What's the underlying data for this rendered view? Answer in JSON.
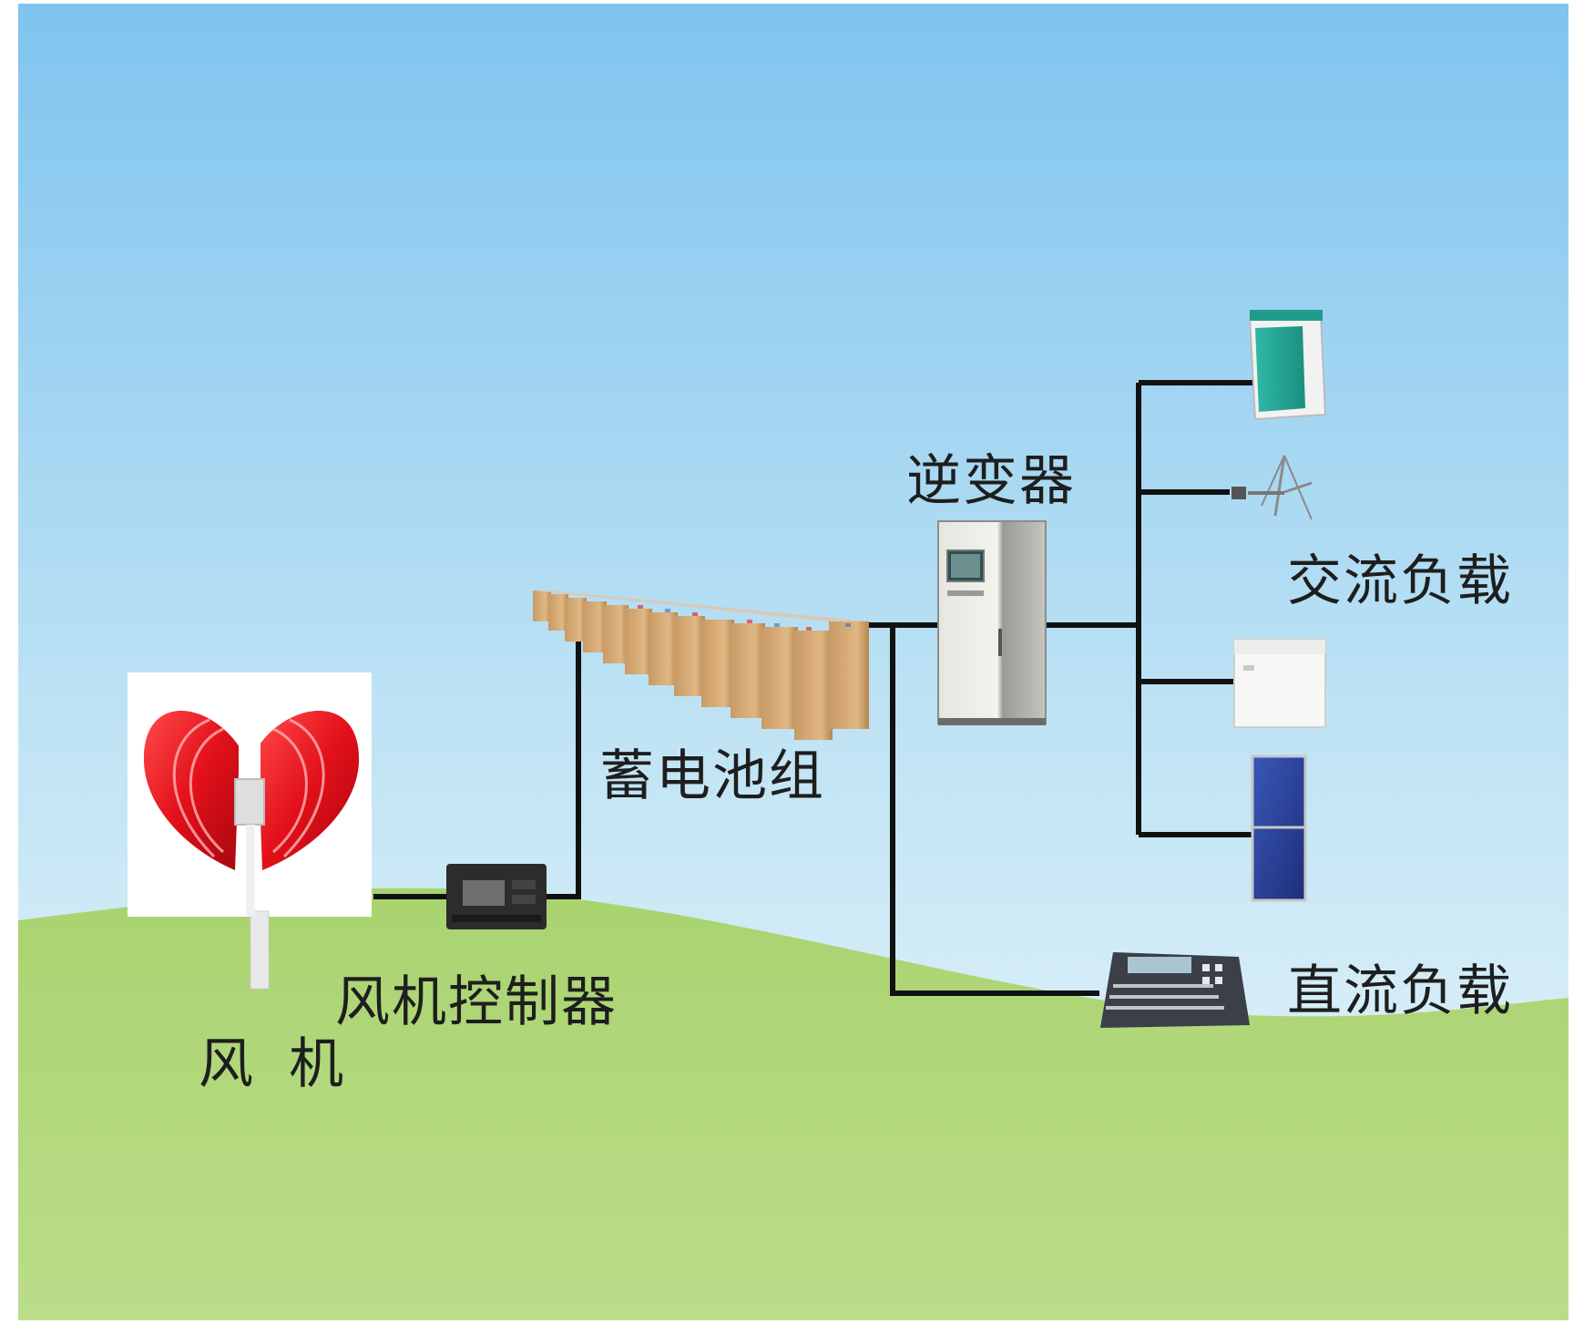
{
  "labels": {
    "turbine": "风 机",
    "controller": "风机控制器",
    "battery_bank": "蓄电池组",
    "inverter": "逆变器",
    "ac_load": "交流负载",
    "dc_load": "直流负载"
  },
  "colors": {
    "sky_top": "#7fc4ef",
    "sky_bottom": "#eaf6fb",
    "grass": "#b9dc86",
    "wire": "#111111",
    "turbine_red": "#e2101a",
    "label_text": "#1e1e1e"
  },
  "icons": {
    "turbine": "vertical-axis-wind-turbine-icon",
    "controller": "charge-controller-icon",
    "battery": "battery-bank-icon",
    "inverter": "inverter-cabinet-icon",
    "dispenser": "water-dispenser-icon",
    "fan": "electric-fan-icon",
    "freezer": "chest-freezer-icon",
    "panel": "solar-panel-icon",
    "console": "mixing-console-icon"
  }
}
